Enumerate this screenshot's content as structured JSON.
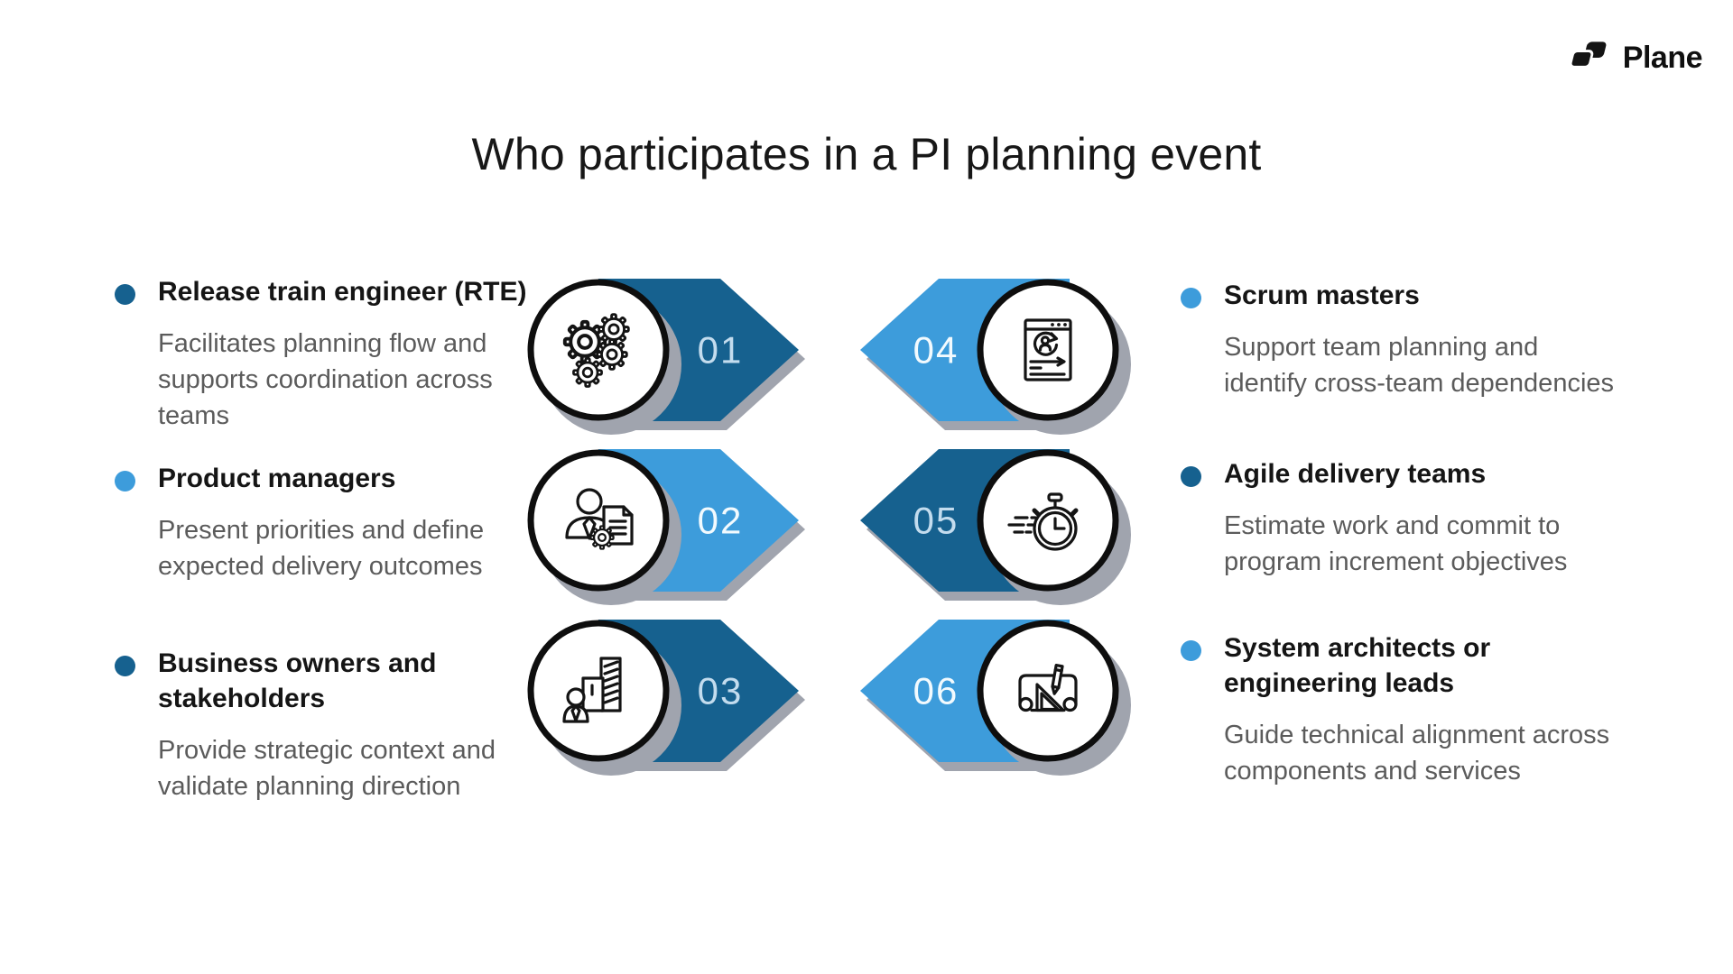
{
  "brand": {
    "name": "Plane"
  },
  "title": "Who participates in a PI planning event",
  "colors": {
    "dark_blue": "#16618f",
    "light_blue": "#3d9cdb",
    "shadow_gray": "#a0a4ae",
    "heading_text": "#151515",
    "body_text": "#5b5b5b",
    "number_on_dark": "#c3dcee",
    "number_on_light": "#f2fafe"
  },
  "items": [
    {
      "number": "01",
      "tone": "dark",
      "side": "left",
      "icon": "gears-icon",
      "title": "Release train engineer (RTE)",
      "description_lines": [
        "Facilitates planning flow and",
        "supports coordination across",
        "teams"
      ]
    },
    {
      "number": "02",
      "tone": "light",
      "side": "left",
      "icon": "product-manager-icon",
      "title": "Product managers",
      "description_lines": [
        "Present priorities and define",
        "expected delivery outcomes"
      ]
    },
    {
      "number": "03",
      "tone": "dark",
      "side": "left",
      "icon": "buildings-icon",
      "title": "Business owners and stakeholders",
      "description_lines": [
        "Provide strategic context and",
        "validate planning direction"
      ]
    },
    {
      "number": "04",
      "tone": "light",
      "side": "right",
      "icon": "sprint-cycle-icon",
      "title": "Scrum masters",
      "description_lines": [
        "Support team planning and",
        "identify cross-team dependencies"
      ]
    },
    {
      "number": "05",
      "tone": "dark",
      "side": "right",
      "icon": "stopwatch-icon",
      "title": "Agile delivery teams",
      "description_lines": [
        "Estimate work and commit to",
        "program increment objectives"
      ]
    },
    {
      "number": "06",
      "tone": "light",
      "side": "right",
      "icon": "blueprint-icon",
      "title": "System architects or engineering leads",
      "description_lines": [
        "Guide technical alignment across",
        "components and services"
      ]
    }
  ]
}
